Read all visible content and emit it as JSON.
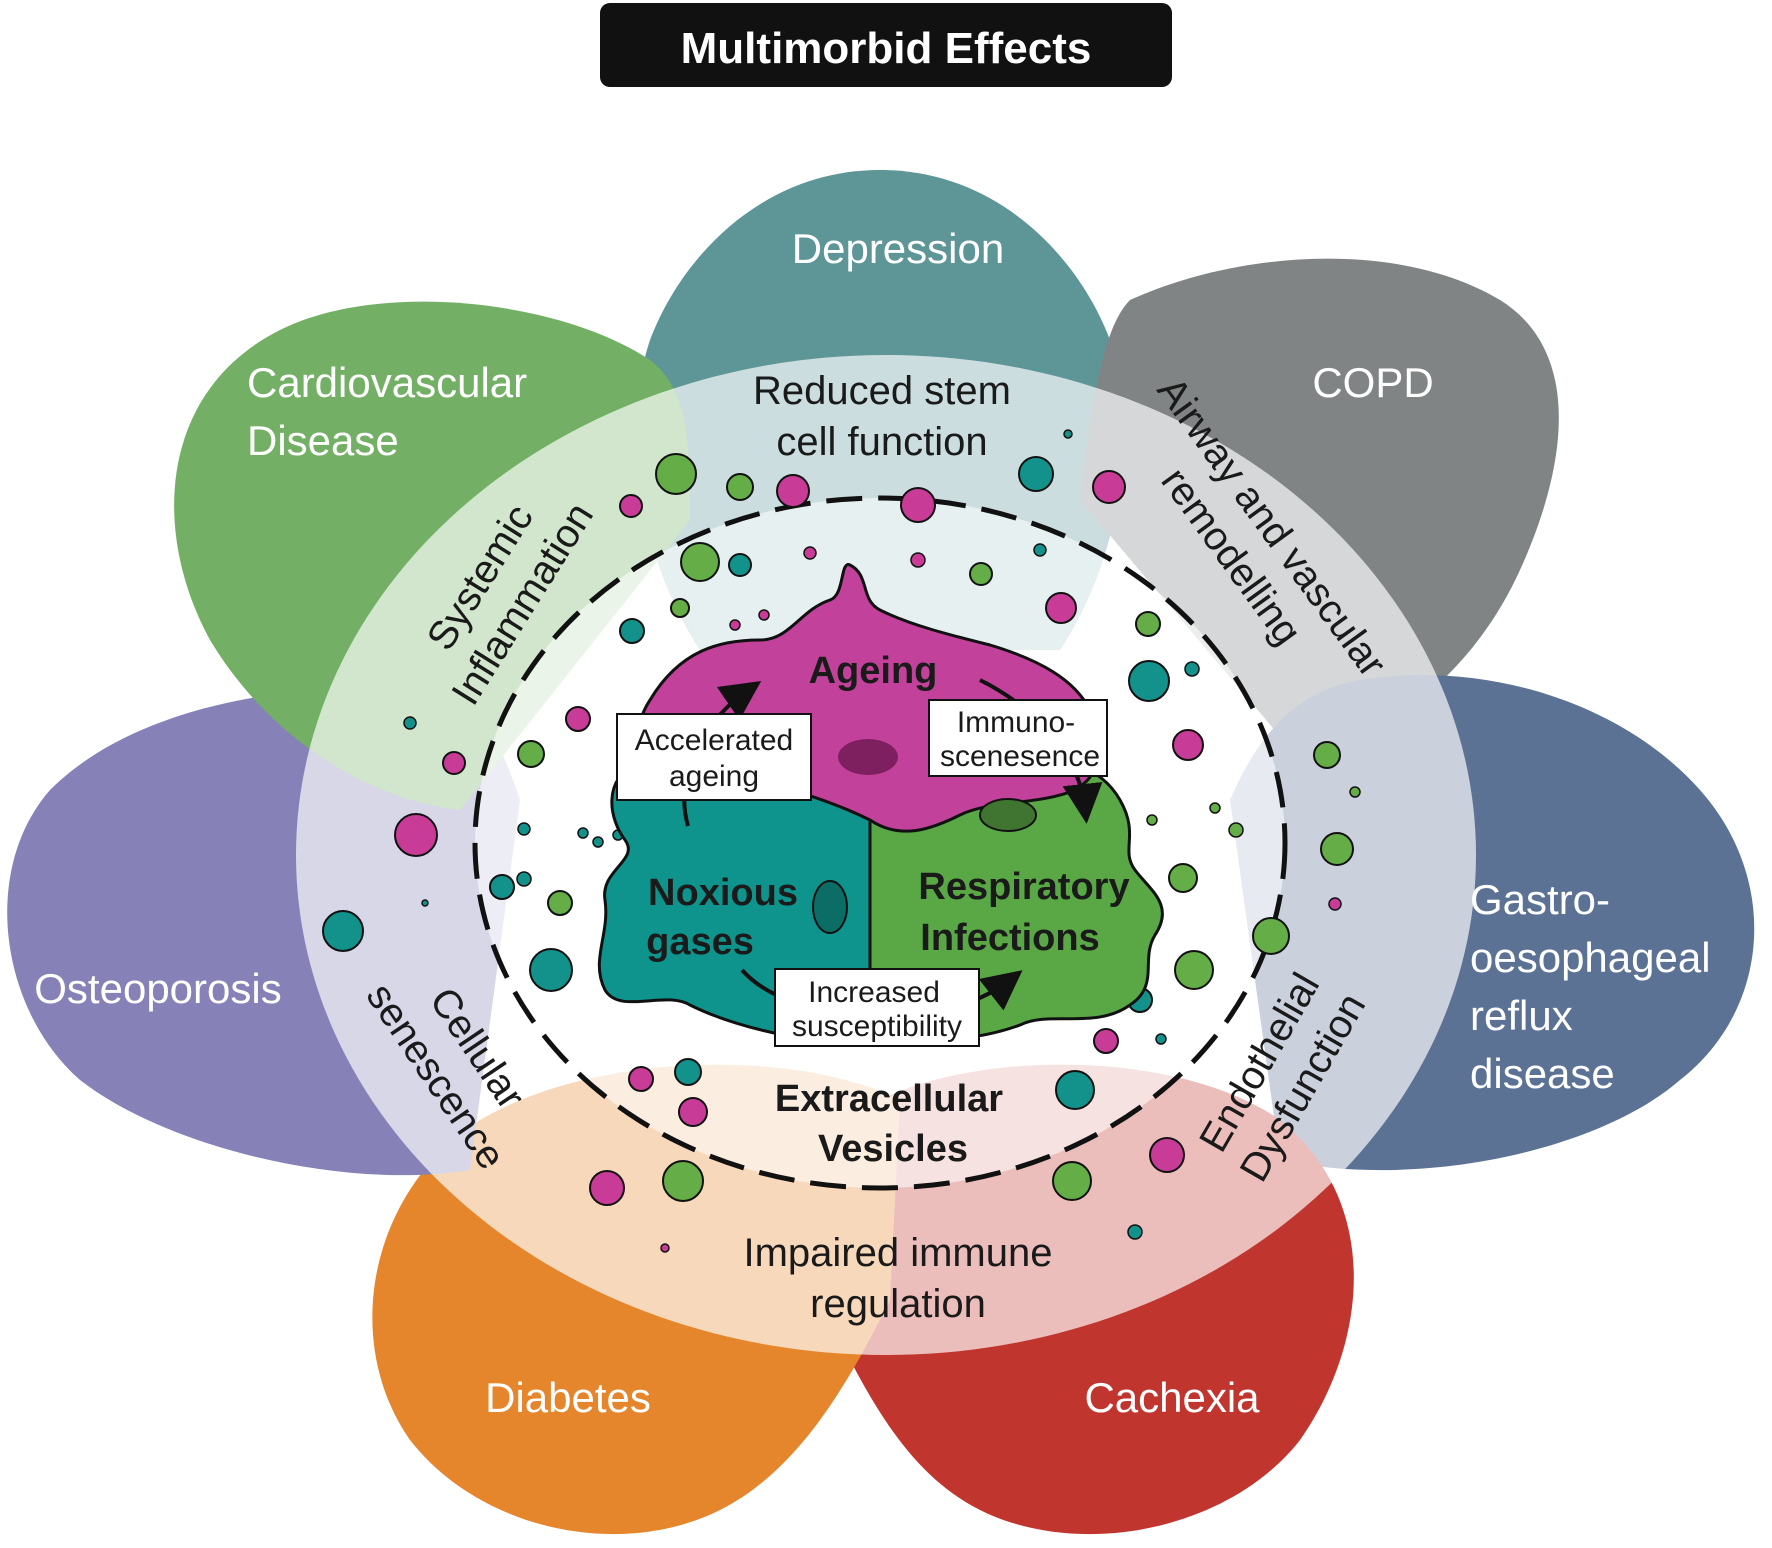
{
  "title": "Multimorbid Effects",
  "colors": {
    "depression": "#5e9698",
    "copd": "#808485",
    "gerd": "#5b7295",
    "cachexia": "#c1352f",
    "diabetes": "#e5862c",
    "osteoporosis": "#8682b8",
    "cardiovascular": "#73b065",
    "ageing": "#c2419a",
    "noxious": "#0e948c",
    "respiratory": "#5aa845",
    "vesicle_magenta": "#c83c98",
    "vesicle_green": "#64ad47",
    "vesicle_teal": "#13928c"
  },
  "petals": {
    "depression": "Depression",
    "copd": "COPD",
    "gerd": [
      "Gastro-",
      "oesophageal",
      "reflux",
      "disease"
    ],
    "cachexia": "Cachexia",
    "diabetes": "Diabetes",
    "osteoporosis": "Osteoporosis",
    "cardiovascular": [
      "Cardiovascular",
      "Disease"
    ]
  },
  "mechanisms": {
    "stem_cell": [
      "Reduced stem",
      "cell function"
    ],
    "airway": [
      "Airway and vascular",
      "remodelling"
    ],
    "endothelial": [
      "Endothelial",
      "Dysfunction"
    ],
    "immune": [
      "Impaired immune",
      "regulation"
    ],
    "senescence": [
      "Cellular",
      "senescence"
    ],
    "inflammation": [
      "Systemic",
      "Inflammation"
    ]
  },
  "core": {
    "ageing": "Ageing",
    "noxious": [
      "Noxious",
      "gases"
    ],
    "respiratory": [
      "Respiratory",
      "Infections"
    ],
    "accelerated": [
      "Accelerated",
      "ageing"
    ],
    "immuno": [
      "Immuno-",
      "scenesence"
    ],
    "susceptibility": [
      "Increased",
      "susceptibility"
    ],
    "vesicles": [
      "Extracellular",
      "Vesicles"
    ]
  }
}
